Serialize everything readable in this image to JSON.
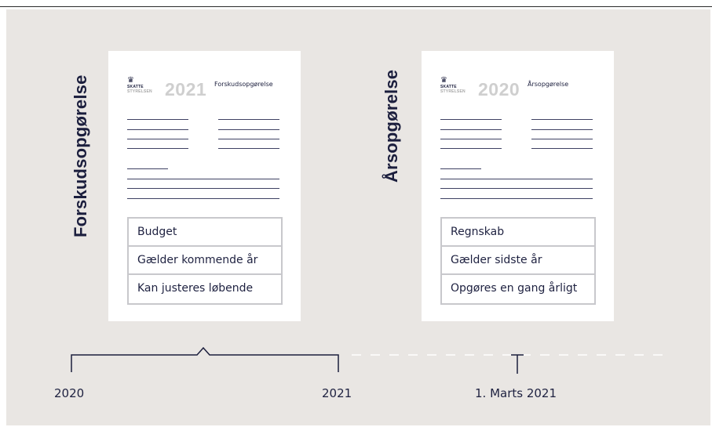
{
  "left_section": {
    "title": "Forskudsopgørelse",
    "document": {
      "brand_line1": "SKATTE",
      "brand_line2": "STYRELSEN",
      "year": "2021",
      "doc_type": "Forskudsopgørelse",
      "items": [
        "Budget",
        "Gælder kommende år",
        "Kan justeres løbende"
      ]
    }
  },
  "right_section": {
    "title": "Årsopgørelse",
    "document": {
      "brand_line1": "SKATTE",
      "brand_line2": "STYRELSEN",
      "year": "2020",
      "doc_type": "Årsopgørelse",
      "items": [
        "Regnskab",
        "Gælder sidste år",
        "Opgøres en gang årligt"
      ]
    }
  },
  "timeline": {
    "labels": [
      "2020",
      "2021",
      "1. Marts 2021"
    ]
  },
  "colors": {
    "background": "#e9e6e3",
    "document": "#ffffff",
    "ink": "#1b1e3d",
    "year_watermark": "#cfcfcf",
    "box_border": "#c8c8cc",
    "dashed_line": "#ffffff"
  }
}
